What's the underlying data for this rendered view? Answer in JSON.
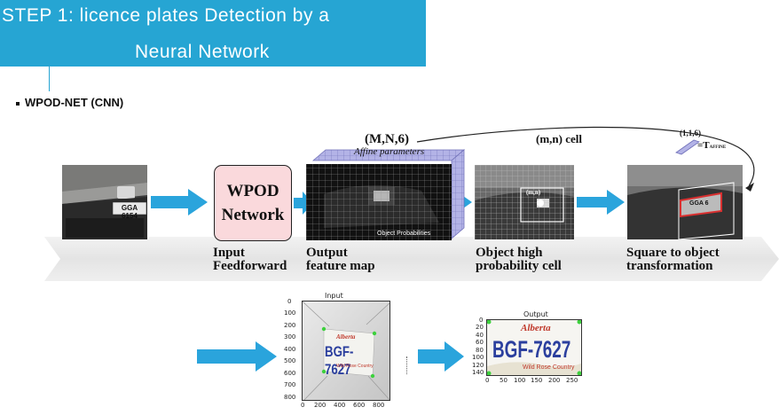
{
  "banner": {
    "line1": "STEP 1: licence plates Detection by a",
    "line2": "Neural Network"
  },
  "bullet": {
    "text": "WPOD-NET (CNN)"
  },
  "diagram": {
    "tensor_label": "(M,N,6)",
    "affine_label": "Affine parameters",
    "cell_label": "(m,n) cell",
    "small_tensor_label": "(1,1,6)",
    "transform_eq": "=T",
    "transform_sub": "AFFINE",
    "object_prob": "Object Probabilities",
    "cell_tag": "(m,n)",
    "wpod_line1": "WPOD",
    "wpod_line2": "Network",
    "stage1_line1": "Input",
    "stage1_line2": "Feedforward",
    "stage2_line1": "Output",
    "stage2_line2": "feature map",
    "stage3_line1": "Object high",
    "stage3_line2": "probability cell",
    "stage4_line1": "Square to object",
    "stage4_line2": "transformation",
    "car_plate_text": "GGA 6154",
    "car_plate_text_short": "GGA 6"
  },
  "input_plot": {
    "title": "Input",
    "yticks": [
      "0",
      "100",
      "200",
      "300",
      "400",
      "500",
      "600",
      "700",
      "800"
    ],
    "xticks": [
      "0",
      "200",
      "400",
      "600",
      "800"
    ],
    "plate_brand": "Alberta",
    "plate_number": "BGF-7627",
    "plate_footer": "Wild Rose Country"
  },
  "output_plot": {
    "title": "Output",
    "yticks": [
      "0",
      "20",
      "40",
      "60",
      "80",
      "100",
      "120",
      "140"
    ],
    "xticks": [
      "0",
      "50",
      "100",
      "150",
      "200",
      "250"
    ],
    "plate_brand": "Alberta",
    "plate_number": "BGF-7627",
    "plate_footer": "Wild Rose Country"
  },
  "colors": {
    "banner": "#26a5d3",
    "arrow": "#2aa4dc",
    "wpod_box": "#fad9dc",
    "cube": "#b3b3e6",
    "corner_points": "#3dd13d"
  }
}
